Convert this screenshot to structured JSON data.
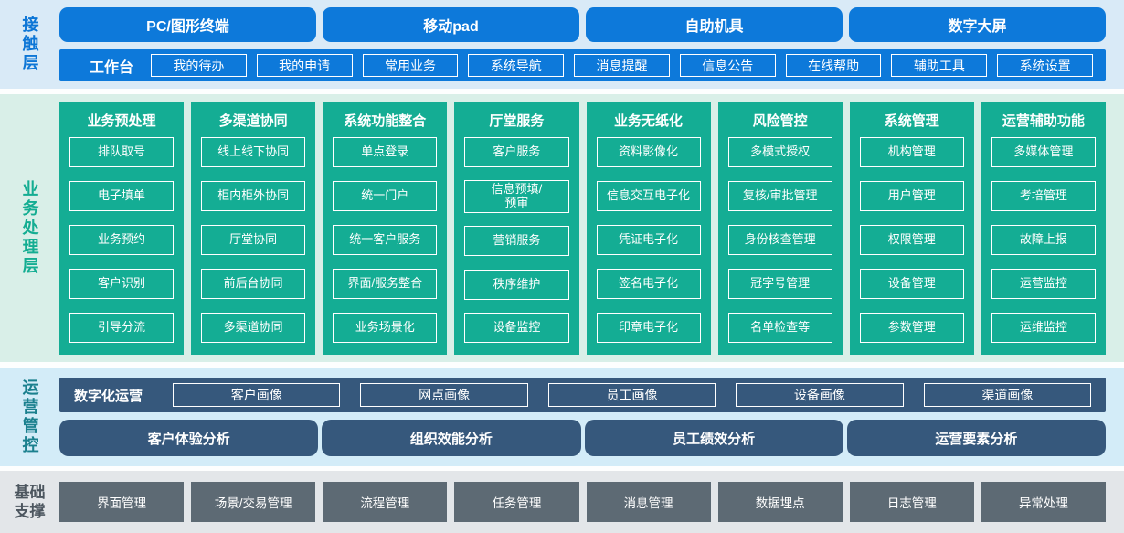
{
  "colors": {
    "blue": "#0d79da",
    "teal": "#14ad94",
    "slate_blue": "#36587c",
    "gray": "#5d6a74",
    "band1_bg": "#d9eaf7",
    "band2_bg": "#d9efe8",
    "band3_bg": "#d3ecf8",
    "band4_bg": "#e3e6e9"
  },
  "layers": {
    "contact": {
      "label": "接触层",
      "terminals": [
        "PC/图形终端",
        "移动pad",
        "自助机具",
        "数字大屏"
      ],
      "workbench": {
        "label": "工作台",
        "items": [
          "我的待办",
          "我的申请",
          "常用业务",
          "系统导航",
          "消息提醒",
          "信息公告",
          "在线帮助",
          "辅助工具",
          "系统设置"
        ]
      }
    },
    "business": {
      "label": "业务处理层",
      "columns": [
        {
          "title": "业务预处理",
          "items": [
            "排队取号",
            "电子填单",
            "业务预约",
            "客户识别",
            "引导分流"
          ]
        },
        {
          "title": "多渠道协同",
          "items": [
            "线上线下协同",
            "柜内柜外协同",
            "厅堂协同",
            "前后台协同",
            "多渠道协同"
          ]
        },
        {
          "title": "系统功能整合",
          "items": [
            "单点登录",
            "统一门户",
            "统一客户服务",
            "界面/服务整合",
            "业务场景化"
          ]
        },
        {
          "title": "厅堂服务",
          "items": [
            "客户服务",
            "信息预填/\n预审",
            "营销服务",
            "秩序维护",
            "设备监控"
          ]
        },
        {
          "title": "业务无纸化",
          "items": [
            "资料影像化",
            "信息交互电子化",
            "凭证电子化",
            "签名电子化",
            "印章电子化"
          ]
        },
        {
          "title": "风险管控",
          "items": [
            "多模式授权",
            "复核/审批管理",
            "身份核查管理",
            "冠字号管理",
            "名单检查等"
          ]
        },
        {
          "title": "系统管理",
          "items": [
            "机构管理",
            "用户管理",
            "权限管理",
            "设备管理",
            "参数管理"
          ]
        },
        {
          "title": "运营辅助功能",
          "items": [
            "多媒体管理",
            "考培管理",
            "故障上报",
            "运营监控",
            "运维监控"
          ]
        }
      ]
    },
    "operations": {
      "label": "运营管控",
      "digital": {
        "label": "数字化运营",
        "items": [
          "客户画像",
          "网点画像",
          "员工画像",
          "设备画像",
          "渠道画像"
        ]
      },
      "analysis": [
        "客户体验分析",
        "组织效能分析",
        "员工绩效分析",
        "运营要素分析"
      ]
    },
    "foundation": {
      "label": "基础\n支撑",
      "items": [
        "界面管理",
        "场景/交易管理",
        "流程管理",
        "任务管理",
        "消息管理",
        "数据埋点",
        "日志管理",
        "异常处理"
      ]
    }
  }
}
